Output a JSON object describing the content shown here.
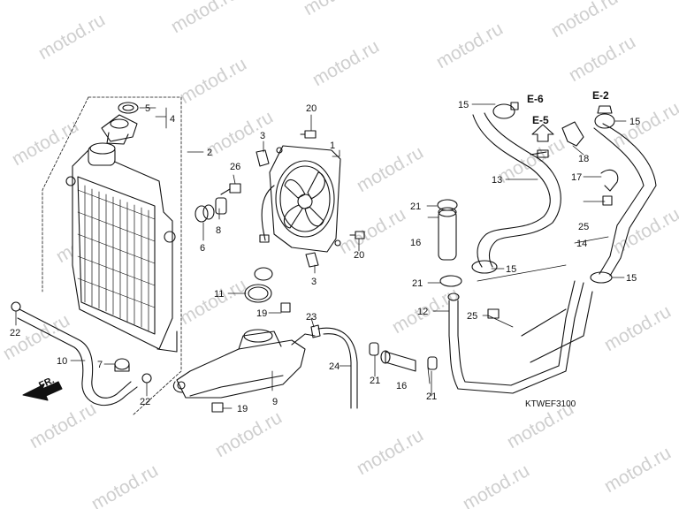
{
  "watermark": "motod.ru",
  "diagram_code": "KTWEF3100",
  "direction_label": "FR.",
  "refs": {
    "e6": "E-6",
    "e2": "E-2",
    "e5": "E-5"
  },
  "callouts": {
    "c1": "1",
    "c2": "2",
    "c3a": "3",
    "c3b": "3",
    "c4": "4",
    "c5": "5",
    "c6": "6",
    "c7": "7",
    "c8": "8",
    "c9": "9",
    "c10": "10",
    "c11": "11",
    "c12": "12",
    "c13": "13",
    "c14": "14",
    "c15a": "15",
    "c15b": "15",
    "c15c": "15",
    "c15d": "15",
    "c16a": "16",
    "c16b": "16",
    "c17": "17",
    "c18": "18",
    "c19a": "19",
    "c19b": "19",
    "c20a": "20",
    "c20b": "20",
    "c21a": "21",
    "c21b": "21",
    "c21c": "21",
    "c21d": "21",
    "c22a": "22",
    "c22b": "22",
    "c23": "23",
    "c24": "24",
    "c25a": "25",
    "c25b": "25",
    "c26": "26"
  }
}
